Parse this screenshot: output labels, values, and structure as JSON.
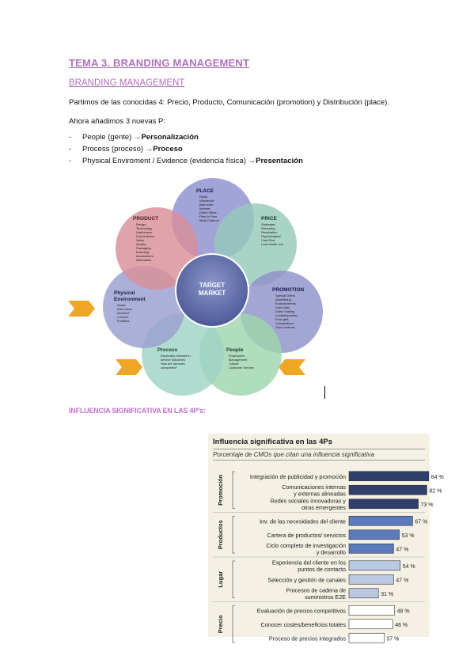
{
  "document": {
    "title": "TEMA 3. BRANDING MANAGEMENT",
    "subtitle": "BRANDING MANAGEMENT",
    "paragraph1": "Partimos de las conocidas 4: Precio, Producto, Comunicación (promotion) y Distribución (place).",
    "paragraph2": "Ahora añadimos 3 nuevas P:",
    "list": [
      {
        "dash": "-",
        "text": "People (gente) → ",
        "bold": "Personalización"
      },
      {
        "dash": "-",
        "text": "Process (proceso) → ",
        "bold": "Proceso"
      },
      {
        "dash": "-",
        "text": "Physical Enviroment / Evidence (evidencia física) → ",
        "bold": "Presentación"
      }
    ],
    "section2_title": "INFLUENCIA SIGNIFICATIVA EN LAS 4P's:"
  },
  "diagram": {
    "center": {
      "line1": "TARGET",
      "line2": "MARKET"
    },
    "petals": [
      {
        "id": "place",
        "title": "PLACE",
        "color": "#8e8fcf",
        "items": [
          "Retail",
          "Wholesale",
          "Mail order",
          "Internet",
          "Direct Sales",
          "Peer to Peer",
          "Multi-Channel"
        ]
      },
      {
        "id": "price",
        "title": "PRICE",
        "color": "#96c9b8",
        "items": [
          "Strategies",
          "Skimming",
          "Penetration",
          "Psychological",
          "Cost-Plus",
          "Loss leader, etc."
        ]
      },
      {
        "id": "promotion",
        "title": "PROMOTION",
        "color": "#8f91c8",
        "items": [
          "Special Offers",
          "Advertising",
          "Endorsements",
          "User trials",
          "Direct mailing",
          "Leaflets/posters",
          "Free gifts",
          "Competitions",
          "Joint ventures"
        ]
      },
      {
        "id": "people",
        "title": "People",
        "color": "#9fd6ad",
        "items": [
          "Employees",
          "Management",
          "Culture",
          "Customer Service"
        ]
      },
      {
        "id": "process",
        "title": "Process",
        "color": "#9fd3c4",
        "items": [
          "Especially relevant in",
          "service industries",
          "How are services",
          "consumed?"
        ]
      },
      {
        "id": "physical",
        "title1": "Physical",
        "title2": "Environment",
        "color": "#9a9fcf",
        "items": [
          "Smart",
          "Ruin-down",
          "Interface",
          "Comfort",
          "Facilities"
        ]
      },
      {
        "id": "product",
        "title": "PRODUCT",
        "color": "#d98f98",
        "items": [
          "Design",
          "Technology",
          "Usefulness",
          "Convenience",
          "Value",
          "Quality",
          "Packaging",
          "Branding",
          "Accessories",
          "Warranties"
        ]
      }
    ],
    "colors": {
      "arrow": "#f1a524",
      "center": "#5c6aa8"
    }
  },
  "chart_data": {
    "type": "bar",
    "title": "Influencia significativa en las 4Ps",
    "subtitle": "Porcentaje de CMOs que citan una influencia significativa",
    "groups": [
      {
        "name": "Promoción",
        "items": [
          {
            "label": [
              "Integración de publicidad y promoción"
            ],
            "value": 84,
            "color": "#2f3e6b"
          },
          {
            "label": [
              "Comunicaciones internas",
              "y externas alineadas"
            ],
            "value": 82,
            "color": "#2f3e6b"
          },
          {
            "label": [
              "Redes sociales innovadoras y",
              "otras emergentes"
            ],
            "value": 73,
            "color": "#2f3e6b"
          }
        ]
      },
      {
        "name": "Productos",
        "items": [
          {
            "label": [
              "Inv. de las necesidades del cliente"
            ],
            "value": 67,
            "color": "#5b7bbd"
          },
          {
            "label": [
              "Cartera de productos/ servicios"
            ],
            "value": 53,
            "color": "#5b7bbd"
          },
          {
            "label": [
              "Ciclo completo de investigación",
              "y desarrollo"
            ],
            "value": 47,
            "color": "#5b7bbd"
          }
        ]
      },
      {
        "name": "Lugar",
        "items": [
          {
            "label": [
              "Experiencia del cliente en los",
              "puntos de contacto"
            ],
            "value": 54,
            "color": "#b9c9e3"
          },
          {
            "label": [
              "Selección y gestión de canales"
            ],
            "value": 47,
            "color": "#b9c9e3"
          },
          {
            "label": [
              "Procesos de cadena de",
              "suministros E2E"
            ],
            "value": 31,
            "color": "#b9c9e3"
          }
        ]
      },
      {
        "name": "Precio",
        "items": [
          {
            "label": [
              "Evaluación de precios competitivos"
            ],
            "value": 48,
            "color": "#ffffff"
          },
          {
            "label": [
              "Conocer costes/beneficios totales"
            ],
            "value": 46,
            "color": "#ffffff"
          },
          {
            "label": [
              "Proceso de precios integrados"
            ],
            "value": 37,
            "color": "#ffffff"
          }
        ]
      }
    ],
    "value_suffix": " %",
    "xlim": [
      0,
      100
    ]
  }
}
